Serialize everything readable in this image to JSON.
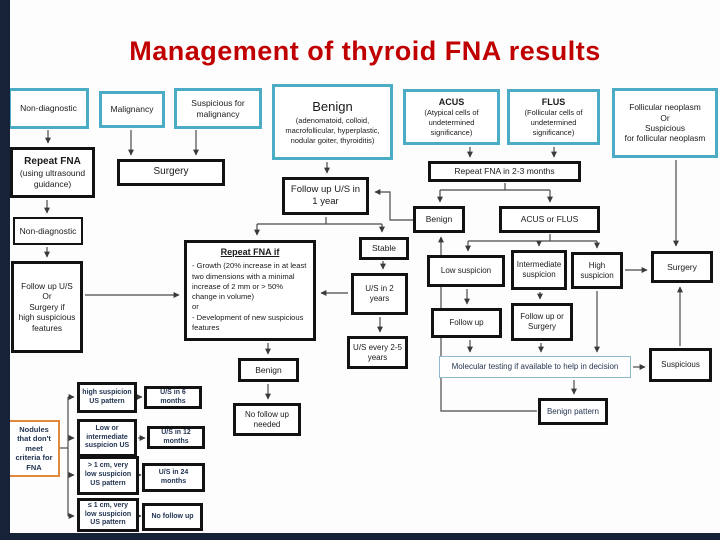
{
  "slide": {
    "title": "Management of thyroid FNA results"
  },
  "colors": {
    "title_red": "#c00000",
    "teal_border": "#4bacc6",
    "orange_border": "#e0893c",
    "molecular_border": "#8fb8ce",
    "frame_navy": "#152238",
    "box_border": "#121212"
  },
  "nodes": {
    "nonDiagnosticTop": {
      "label": "Non-diagnostic"
    },
    "malignancy": {
      "label": "Malignancy"
    },
    "suspiciousMalignancy": {
      "label": "Suspicious for malignancy"
    },
    "benignTop": {
      "title": "Benign",
      "sub": "(adenomatoid, colloid, macrofollicular, hyperplastic, nodular goiter, thyroiditis)"
    },
    "acusTop": {
      "title": "ACUS",
      "sub": "(Atypical cells of undetermined significance)"
    },
    "flusTop": {
      "title": "FLUS",
      "sub": "(Follicular cells of undetermined significance)"
    },
    "follicularTop": {
      "lines": [
        "Follicular neoplasm",
        "Or",
        "Suspicious",
        "for follicular neoplasm"
      ]
    },
    "repeatFna": {
      "title": "Repeat FNA",
      "sub": "(using ultrasound guidance)"
    },
    "surgery1": {
      "label": "Surgery"
    },
    "followup1yr": {
      "label": "Follow up U/S in 1 year"
    },
    "repeatFna23": {
      "label": "Repeat FNA in 2-3 months"
    },
    "nonDiagnostic2": {
      "label": "Non-diagnostic"
    },
    "followupSurgeryLeft": {
      "lines": [
        "Follow up U/S",
        "Or",
        "Surgery if",
        "high suspicious",
        "features"
      ]
    },
    "repeatFnaIf": {
      "title": "Repeat FNA if",
      "lines": [
        "- Growth (20% increase in at least two dimensions with a minimal increase of 2 mm or > 50% change in volume)",
        "or",
        "- Development of new suspicious features"
      ]
    },
    "stable": {
      "label": "Stable"
    },
    "benign2": {
      "label": "Benign"
    },
    "acusOrFlus": {
      "label": "ACUS or FLUS"
    },
    "us2yrs": {
      "label": "U/S in 2 years"
    },
    "us25yrs": {
      "label": "U/S every 2-5 years"
    },
    "lowSuspicion": {
      "label": "Low suspicion"
    },
    "intermediateSuspicion": {
      "label": "Intermediate suspicion"
    },
    "highSuspicion": {
      "label": "High suspicion"
    },
    "surgery2": {
      "label": "Surgery"
    },
    "followUp2": {
      "label": "Follow up"
    },
    "followupOrSurgery2": {
      "label": "Follow up or Surgery"
    },
    "molecular": {
      "label": "Molecular testing if available to help in decision"
    },
    "suspicious2": {
      "label": "Suspicious"
    },
    "benignPattern": {
      "label": "Benign pattern"
    },
    "benign3": {
      "label": "Benign"
    },
    "noFollowupNeeded": {
      "label": "No follow up needed"
    },
    "nodules": {
      "label": "Nodules that don't meet criteria for FNA"
    },
    "highSuspUs": {
      "label": "high suspicion US pattern"
    },
    "us6mo": {
      "label": "U/S in 6 months"
    },
    "lowIntSusp": {
      "label": "Low or intermediate suspicion US"
    },
    "us12mo": {
      "label": "U/S in 12 months"
    },
    "gt1cm": {
      "label": "> 1 cm, very low suspicion US pattern"
    },
    "us24mo": {
      "label": "U/S in 24 months"
    },
    "le1cm": {
      "label": "≤ 1 cm, very low suspicion US pattern"
    },
    "noFollowup2": {
      "label": "No follow up"
    }
  }
}
